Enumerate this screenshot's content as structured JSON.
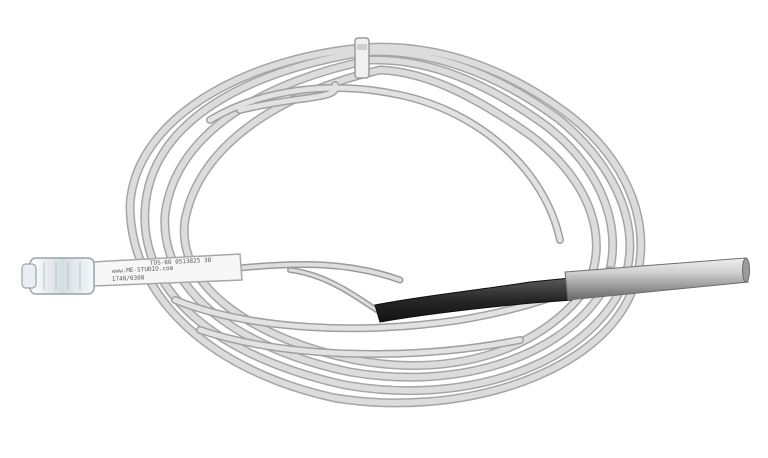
{
  "product": {
    "sleeve_label_line1": "TDS-80 0513825 38",
    "sleeve_label_line2": "www.ME-STUDIO.com",
    "sleeve_label_line3": "1740/0308"
  },
  "colors": {
    "background": "#ffffff",
    "cable": "#d9d9d9",
    "cable_edge": "#9d9d9d",
    "probe_steel": "#b8b8b8",
    "probe_sleeve": "#3a3a3a",
    "connector": "#e8eef2"
  },
  "icons": {
    "connector": "rj-connector-icon",
    "cable_tie": "cable-tie-icon",
    "probe": "temperature-probe-icon"
  }
}
